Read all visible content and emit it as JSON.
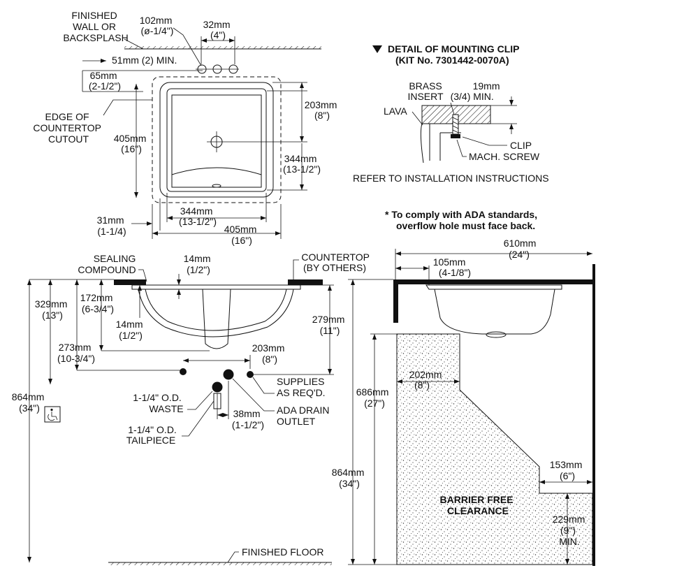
{
  "top_view": {
    "finished_wall": [
      "FINISHED",
      "WALL OR",
      "BACKSPLASH"
    ],
    "hole_dia": [
      "102mm",
      "(ø-1/4\")"
    ],
    "hole_spacing": [
      "32mm",
      "(4\")"
    ],
    "min_51": "51mm (2) MIN.",
    "d65": [
      "65mm",
      "(2-1/2\")"
    ],
    "edge_cutout": [
      "EDGE OF",
      "COUNTERTOP",
      "CUTOUT"
    ],
    "d405v": [
      "405mm",
      "(16\")"
    ],
    "d203": [
      "203mm",
      "(8\")"
    ],
    "d344v": [
      "344mm",
      "(13-1/2\")"
    ],
    "d344h": [
      "344mm",
      "(13-1/2\")"
    ],
    "d31": [
      "31mm",
      "(1-1/4)"
    ],
    "d405h": [
      "405mm",
      "(16\")"
    ]
  },
  "clip_detail": {
    "title": [
      "DETAIL OF MOUNTING CLIP",
      "(KIT No. 7301442-0070A)"
    ],
    "brass": [
      "BRASS",
      "INSERT"
    ],
    "brass_size": "(3/4)",
    "min19": [
      "19mm",
      "MIN."
    ],
    "lava": "LAVA",
    "clip": "CLIP",
    "screw": "MACH. SCREW",
    "refer": "REFER TO INSTALLATION INSTRUCTIONS"
  },
  "ada_note": [
    "* To comply with ADA standards,",
    "overflow hole must face back."
  ],
  "front_view": {
    "sealing": [
      "SEALING",
      "COMPOUND"
    ],
    "d14a": [
      "14mm",
      "(1/2\")"
    ],
    "countertop": [
      "COUNTERTOP",
      "(BY OTHERS)"
    ],
    "d329": [
      "329mm",
      "(13\")"
    ],
    "d172": [
      "172mm",
      "(6-3/4\")"
    ],
    "d14b": [
      "14mm",
      "(1/2\")"
    ],
    "d279": [
      "279mm",
      "(11\")"
    ],
    "d273": [
      "273mm",
      "(10-3/4\")"
    ],
    "d203": [
      "203mm",
      "(8\")"
    ],
    "supplies": [
      "SUPPLIES",
      "AS REQ'D."
    ],
    "waste": [
      "1-1/4\" O.D.",
      "WASTE"
    ],
    "ada_drain": [
      "ADA DRAIN",
      "OUTLET"
    ],
    "d38": [
      "38mm",
      "(1-1/2\")"
    ],
    "tailpiece": [
      "1-1/4\" O.D.",
      "TAILPIECE"
    ],
    "d864": [
      "864mm",
      "(34\")"
    ],
    "floor": "FINISHED FLOOR"
  },
  "side_view": {
    "d610": [
      "610mm",
      "(24\")"
    ],
    "d105": [
      "105mm",
      "(4-1/8\")"
    ],
    "d686": [
      "686mm",
      "(27\")"
    ],
    "d202": [
      "202mm",
      "(8\")"
    ],
    "d864": [
      "864mm",
      "(34\")"
    ],
    "d153": [
      "153mm",
      "(6\")"
    ],
    "clearance": [
      "BARRIER FREE",
      "CLEARANCE"
    ],
    "d229": [
      "229mm",
      "(9\")",
      "MIN."
    ]
  }
}
